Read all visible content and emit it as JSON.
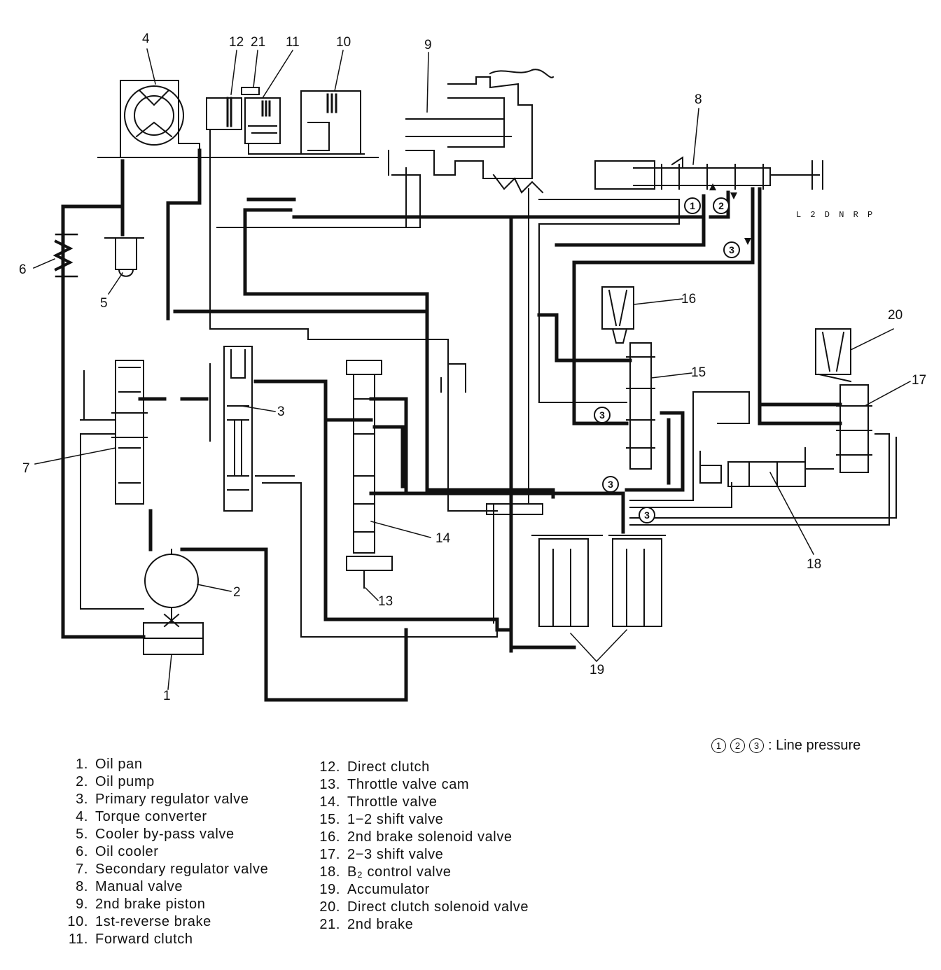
{
  "diagram": {
    "callouts": [
      "1",
      "2",
      "3",
      "4",
      "5",
      "6",
      "7",
      "8",
      "9",
      "10",
      "11",
      "12",
      "13",
      "14",
      "15",
      "16",
      "17",
      "18",
      "19",
      "20",
      "21"
    ],
    "pressure_markers": [
      "1",
      "2",
      "3"
    ],
    "shift_pattern": "L 2 D N R P"
  },
  "legend": {
    "line_pressure": {
      "symbols": [
        "1",
        "2",
        "3"
      ],
      "text": ": Line pressure"
    },
    "left": [
      {
        "num": "1.",
        "label": "Oil pan"
      },
      {
        "num": "2.",
        "label": "Oil pump"
      },
      {
        "num": "3.",
        "label": "Primary regulator valve"
      },
      {
        "num": "4.",
        "label": "Torque converter"
      },
      {
        "num": "5.",
        "label": "Cooler by-pass valve"
      },
      {
        "num": "6.",
        "label": "Oil cooler"
      },
      {
        "num": "7.",
        "label": "Secondary regulator valve"
      },
      {
        "num": "8.",
        "label": "Manual valve"
      },
      {
        "num": "9.",
        "label": "2nd brake piston"
      },
      {
        "num": "10.",
        "label": "1st-reverse brake"
      },
      {
        "num": "11.",
        "label": "Forward clutch"
      }
    ],
    "right": [
      {
        "num": "12.",
        "label": "Direct clutch"
      },
      {
        "num": "13.",
        "label": "Throttle valve cam"
      },
      {
        "num": "14.",
        "label": "Throttle valve"
      },
      {
        "num": "15.",
        "label": "1−2 shift valve"
      },
      {
        "num": "16.",
        "label": "2nd brake solenoid valve"
      },
      {
        "num": "17.",
        "label": "2−3 shift valve"
      },
      {
        "num": "18.",
        "label": "B₂ control valve"
      },
      {
        "num": "19.",
        "label": "Accumulator"
      },
      {
        "num": "20.",
        "label": "Direct clutch solenoid valve"
      },
      {
        "num": "21.",
        "label": "2nd brake"
      }
    ]
  }
}
